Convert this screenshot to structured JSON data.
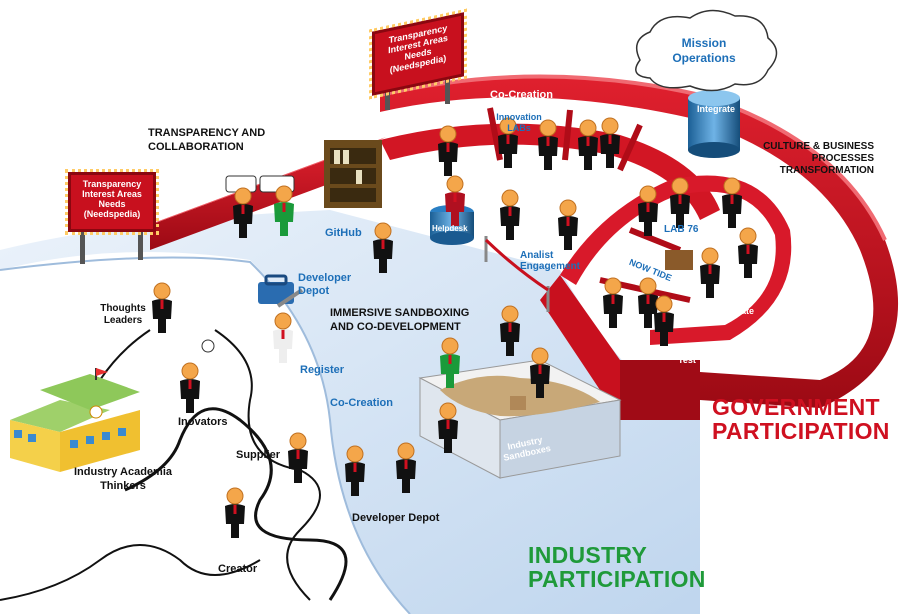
{
  "colors": {
    "wall_red": "#c8101e",
    "floor_blue": "#cfe0f3",
    "label_blue": "#1d6fb8",
    "industry_green": "#1f9a3a"
  },
  "labels": {
    "mission_operations": "Mission Operations",
    "integrate_tank": "Integrate",
    "co_creation_top": "Co-Creation",
    "innovation_labs": "Innovation LABs",
    "transparency_collaboration": "TRANSPARENCY AND COLLABORATION",
    "culture_business": "CULTURE & BUSINESS PROCESSES TRANSFORMATION",
    "helpdesk": "Helpdesk",
    "github": "GitHub",
    "analist_engagement": "Analist Engagement",
    "lab76": "LAB 76",
    "now_tide": "NOW TIDE",
    "integrate_wall": "Integrate",
    "test": "Test",
    "developer_depot_tool": "Developer Depot",
    "immersive": "IMMERSIVE SANDBOXING AND CO-DEVELOPMENT",
    "thoughts_leaders": "Thoughts Leaders",
    "register": "Register",
    "co_creation_floor": "Co-Creation",
    "inovators": "Inovators",
    "supplier": "Supplier",
    "industry_sandboxes": "Industry Sandboxes",
    "industry_academia": "Industry Academia Thinkers",
    "developer_depot_bottom": "Developer Depot",
    "creator": "Creator",
    "government_participation": "GOVERNMENT PARTICIPATION",
    "industry_participation": "INDUSTRY PARTICIPATION"
  },
  "billboards": [
    {
      "line1": "Transparency",
      "line2": "Interest Areas",
      "line3": "Needs (Needspedia)"
    },
    {
      "line1": "Transparency",
      "line2": "Interest Areas",
      "line3": "Needs (Needspedia)"
    }
  ]
}
